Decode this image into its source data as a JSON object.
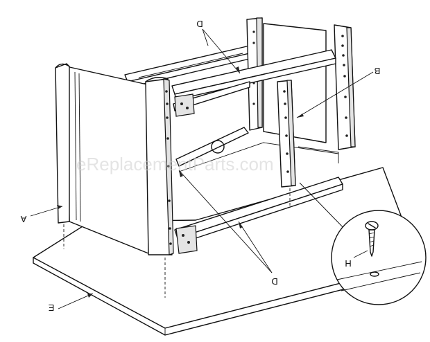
{
  "labels": {
    "a": "A",
    "b": "B",
    "d_top": "D",
    "d_bottom": "D",
    "e": "E",
    "h": "H"
  },
  "watermark": "eReplacementParts.com",
  "colors": {
    "line": "#111111",
    "background": "#ffffff",
    "watermark": "#cfcfcf"
  }
}
